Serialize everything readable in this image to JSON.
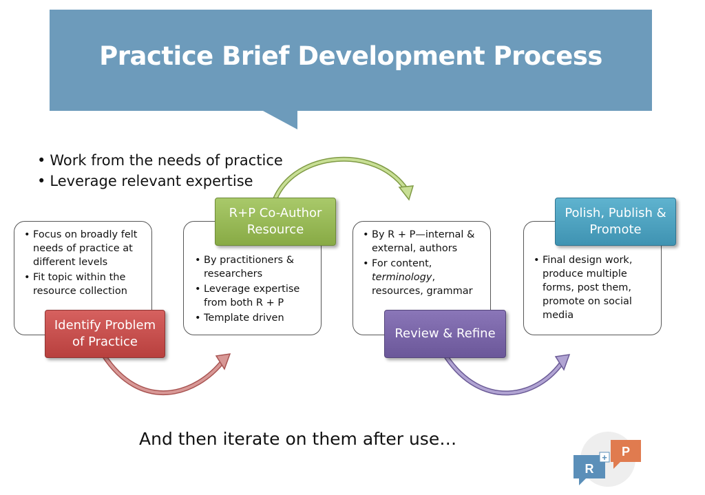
{
  "header": {
    "title": "Practice Brief Development Process"
  },
  "principles": [
    "Work from the needs of practice",
    "Leverage relevant expertise"
  ],
  "steps": [
    {
      "label": "Identify Problem\nof Practice",
      "color": "#c0504d",
      "bullets": [
        "Focus on broadly felt needs of practice at different levels",
        "Fit topic within the resource collection"
      ]
    },
    {
      "label": "R+P Co-Author\nResource",
      "color": "#9bbb59",
      "bullets": [
        "By practitioners & researchers",
        "Leverage expertise from both R + P",
        "Template driven"
      ]
    },
    {
      "label": "Review & Refine",
      "color": "#8064a2",
      "bullets": [
        "By R + P—internal & external, authors",
        "For content, terminology, resources, grammar"
      ]
    },
    {
      "label": "Polish, Publish &\nPromote",
      "color": "#4bacc6",
      "bullets": [
        "Final design work, produce multiple forms, post them, promote on social media"
      ]
    }
  ],
  "footer": {
    "text": "And then iterate on them after use…"
  },
  "logo": {
    "left_letter": "R",
    "right_letter": "P",
    "plus": "+"
  },
  "colors": {
    "banner": "#6d9bbb",
    "arrow_red": "#c77a78",
    "arrow_green": "#b5cf7e",
    "arrow_purple": "#9b8bbf",
    "logo_blue": "#5b8fb9",
    "logo_orange": "#e07b4f"
  }
}
